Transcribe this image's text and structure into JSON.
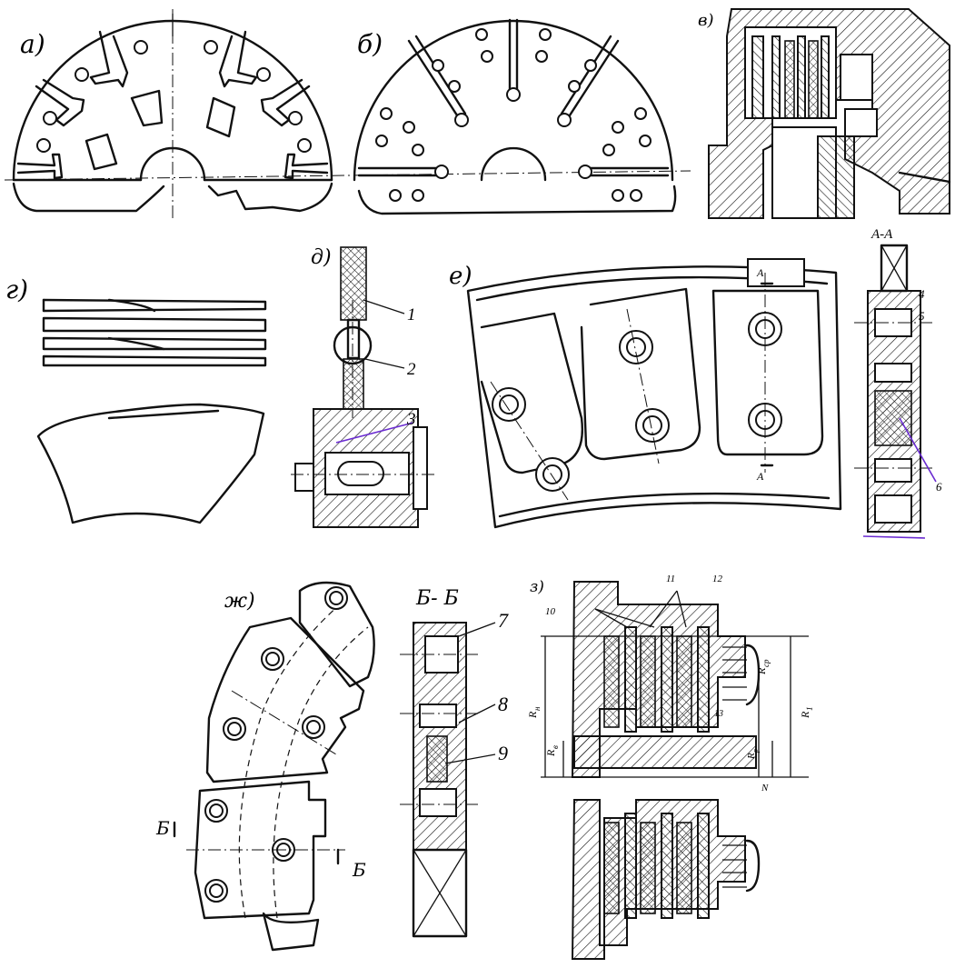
{
  "labels": {
    "a": "а)",
    "b": "б)",
    "v": "в)",
    "g": "г)",
    "d": "д)",
    "e": "е)",
    "zh": "ж)",
    "z": "з)"
  },
  "sections": {
    "aa": "А-А",
    "bb": "Б- Б",
    "a_mark_top": "А",
    "a_mark_bottom": "А",
    "b_mark_left": "Б",
    "b_mark_right": "Б"
  },
  "callouts": [
    "1",
    "2",
    "3",
    "4",
    "5",
    "6",
    "7",
    "8",
    "9",
    "10",
    "11",
    "12",
    "13"
  ],
  "dimensions": {
    "r_cp": "R",
    "r_cp_sub": "ср",
    "r_h": "R",
    "r_h_sub": "н",
    "r_b": "R",
    "r_b_sub": "в",
    "r_p": "R",
    "r_p_sub": "р",
    "r_1": "R",
    "r_1_sub": "1",
    "n": "N"
  },
  "colors": {
    "ink": "#111111",
    "annotation": "#6a2bd1"
  }
}
